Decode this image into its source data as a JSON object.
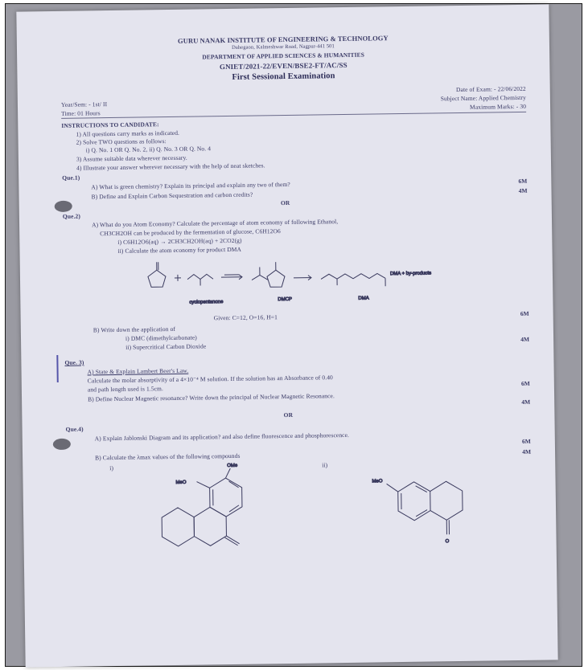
{
  "header": {
    "institute": "GURU NANAK INSTITUTE OF ENGINEERING & TECHNOLOGY",
    "address": "Dahegaon, Kalmeshwar Road, Nagpur-441 501",
    "department": "DEPARTMENT OF APPLIED SCIENCES & HUMANITIES",
    "code": "GNIET/2021-22/EVEN/BSE2-FT/AC/SS",
    "exam_title": "First Sessional Examination"
  },
  "meta": {
    "date_of_exam": "Date of Exam: - 22/06/2022",
    "subject": "Subject Name: Applied Chemistry",
    "max_marks": "Maximum Marks: - 30",
    "year_sem": "Year/Sem: - 1st/ II",
    "time": "Time: 01 Hours"
  },
  "instructions": {
    "heading": "INSTRUCTIONS TO CANDIDATE:",
    "items": [
      "1) All questions carry marks as indicated.",
      "2) Solve TWO questions as follows:",
      "i) Q. No. 1 OR Q. No. 2, ii) Q. No. 3 OR Q. No. 4",
      "3) Assume suitable data wherever necessary.",
      "4) Illustrate your answer wherever necessary with the help of neat sketches."
    ]
  },
  "q1": {
    "label": "Que.1)",
    "a": "A) What is green chemistry? Explain its principal and explain any two of them?",
    "a_marks": "6M",
    "b": "B) Define and Explain Carbon Sequestration and carbon credits?",
    "b_marks": "4M",
    "or": "OR"
  },
  "q2": {
    "label": "Que.2)",
    "a_line1": "A) What do you Atom Economy? Calculate the percentage of atom economy of following Ethanol,",
    "a_line2": "CH3CH2OH can be produced by the fermentation of glucose, C6H12O6",
    "a_i": "i)   C6H12O6(aq) → 2CH3CH2OH(aq) + 2CO2(g)",
    "a_ii": "ii)   Calculate the atom economy for product DMA",
    "scheme_left": "cyclopentanone",
    "scheme_mid": "DMCP",
    "scheme_right": "DMA",
    "scheme_end": "DMA + by-products",
    "given": "Given: C=12, O=16, H=1",
    "a_marks": "6M",
    "b": "B) Write down the application of",
    "b_i": "i)   DMC (dimethylcarbonate)",
    "b_ii": "ii)   Supercritical Carbon Dioxide",
    "b_marks": "4M"
  },
  "q3": {
    "label": "Que. 3)",
    "a": "A) State & Explain Lambert Beer's Law.",
    "a_line2": "Calculate the molar absorptivity of a 4×10⁻⁴ M solution. If the solution has an Absorbance of 0.40",
    "a_line3": "and path length used is 1.5cm.",
    "a_marks": "6M",
    "b": "B) Define Nuclear Magnetic resonance? Write down the principal of Nuclear Magnetic Resonance.",
    "b_marks": "4M",
    "or": "OR"
  },
  "q4": {
    "label": "Que.4)",
    "a": "A) Explain Jablonski Diagram and its application? and also define fluorescence and phosphorescence.",
    "a_marks": "6M",
    "b": "B) Calculate the λmax values of the following compounds",
    "b_marks": "4M",
    "i": "i)",
    "ii": "ii)",
    "meo1": "MeO",
    "ome": "OMe",
    "meo2": "MeO"
  }
}
